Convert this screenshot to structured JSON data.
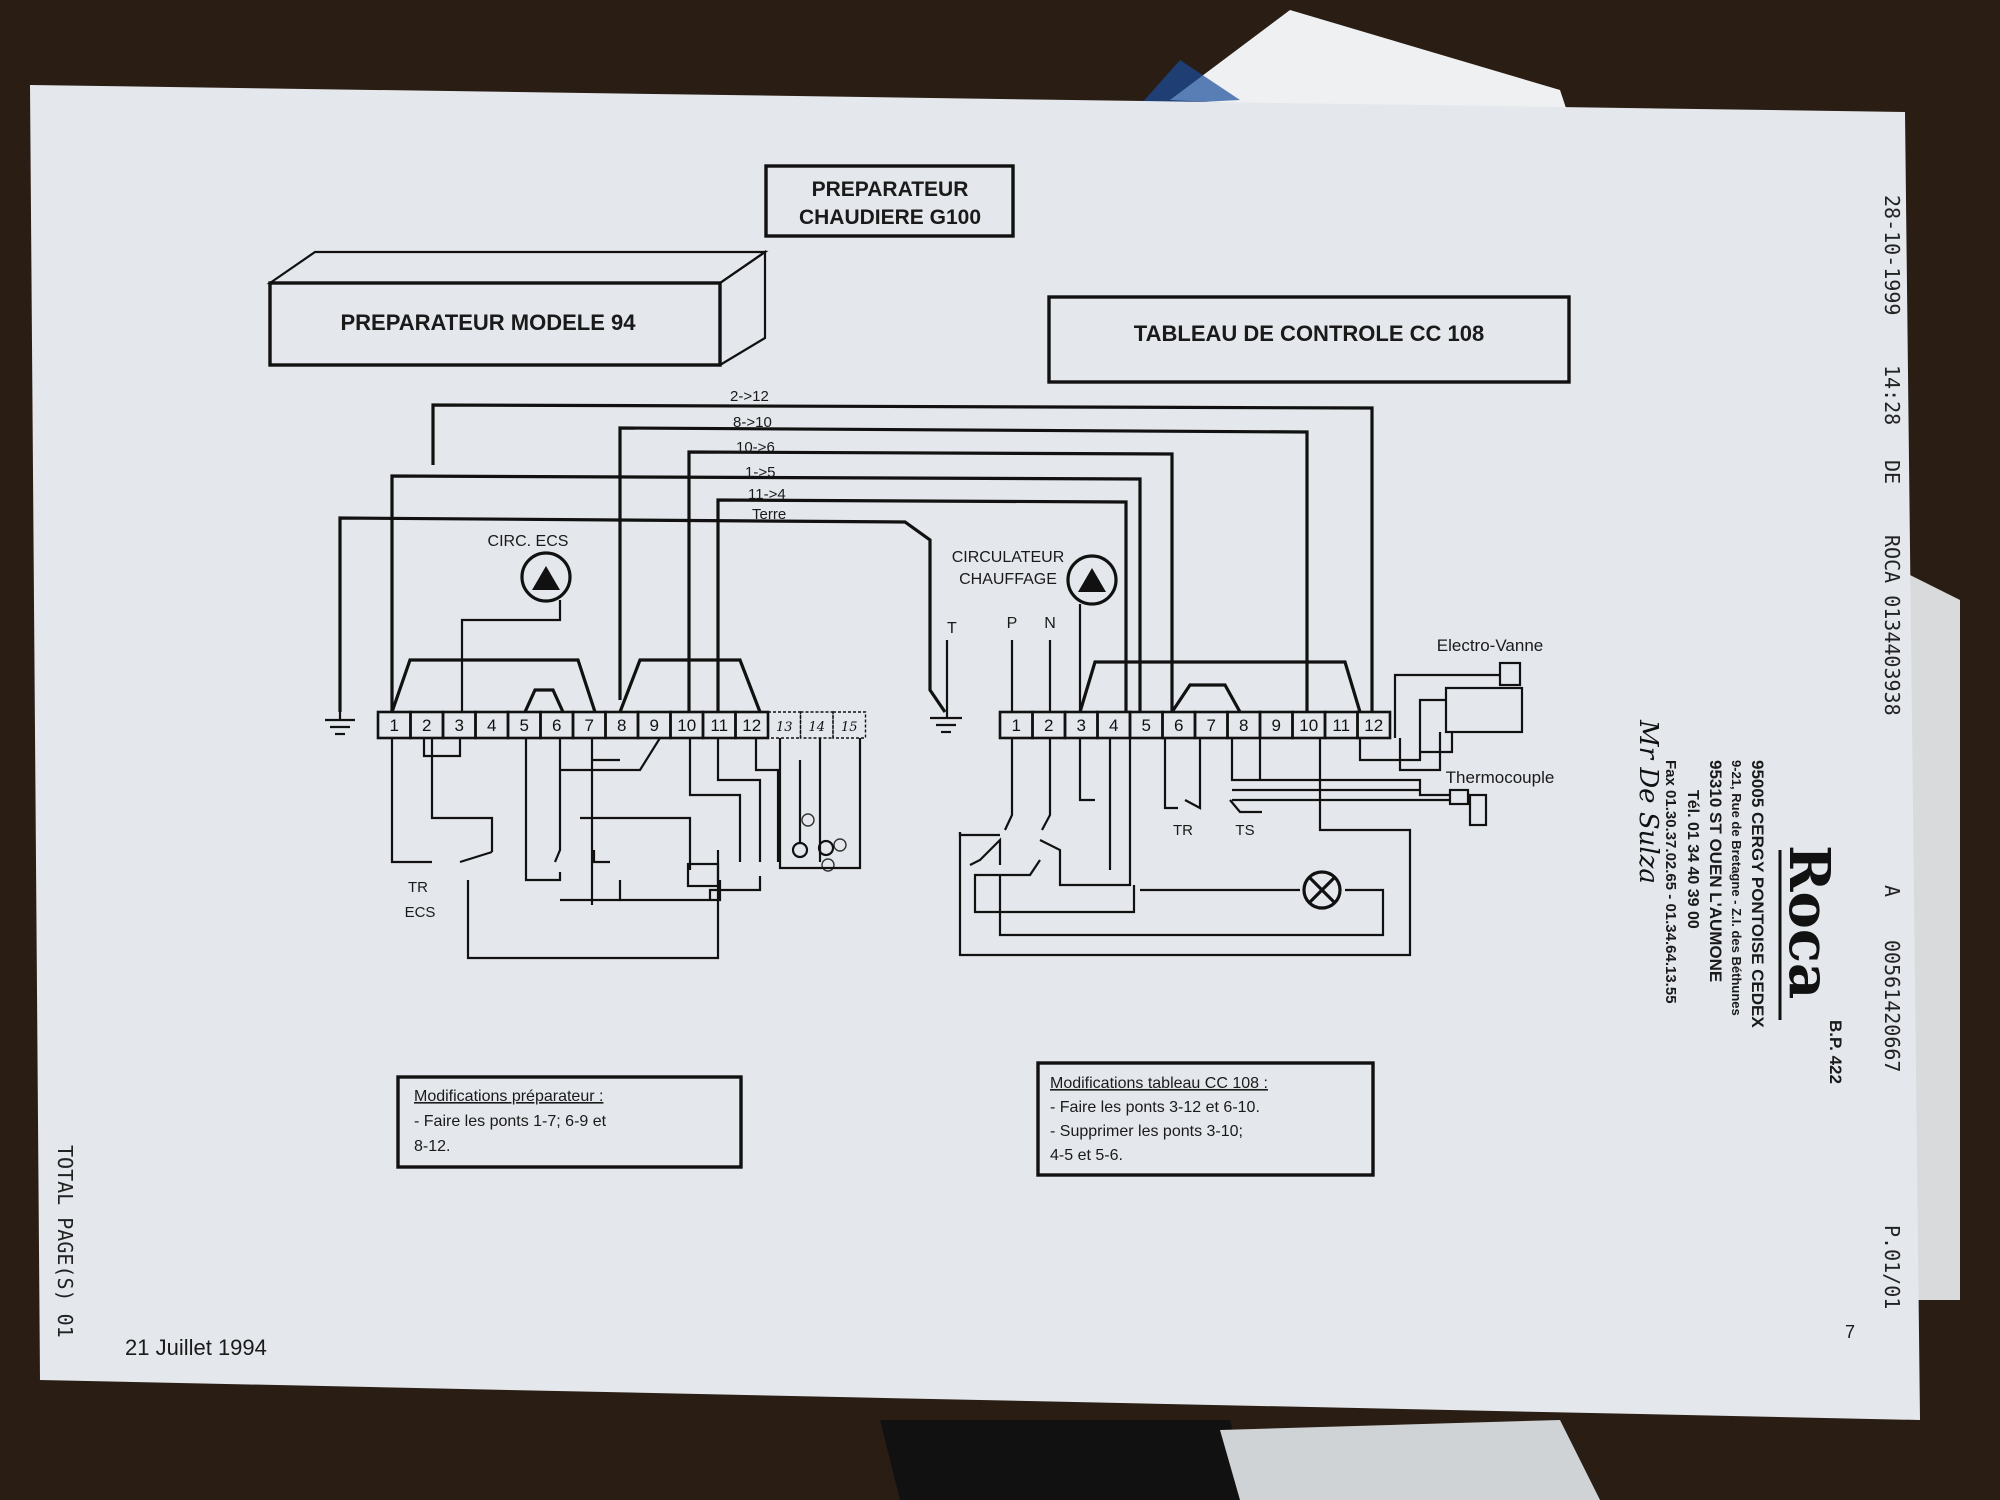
{
  "header": {
    "title_line1": "PREPARATEUR",
    "title_line2": "CHAUDIERE G100"
  },
  "left_panel": {
    "title": "PREPARATEUR MODELE 94",
    "terminals": [
      "1",
      "2",
      "3",
      "4",
      "5",
      "6",
      "7",
      "8",
      "9",
      "10",
      "11",
      "12",
      "13",
      "14",
      "15"
    ],
    "pump_label": "CIRC. ECS",
    "thermostat_label_1": "TR",
    "thermostat_label_2": "ECS"
  },
  "right_panel": {
    "title": "TABLEAU DE CONTROLE CC 108",
    "terminals": [
      "1",
      "2",
      "3",
      "4",
      "5",
      "6",
      "7",
      "8",
      "9",
      "10",
      "11",
      "12"
    ],
    "pump_label_1": "CIRCULATEUR",
    "pump_label_2": "CHAUFFAGE",
    "t_label": "T",
    "p_label": "P",
    "n_label": "N",
    "electrovanne_label": "Electro-Vanne",
    "thermocouple_label": "Thermocouple",
    "tr_label": "TR",
    "ts_label": "TS"
  },
  "wires": [
    {
      "label": "2->12"
    },
    {
      "label": "8->10"
    },
    {
      "label": "10->6"
    },
    {
      "label": "1->5"
    },
    {
      "label": "11->4"
    },
    {
      "label": "Terre"
    }
  ],
  "notes": {
    "left_title": "Modifications préparateur :",
    "left_line1": "- Faire les ponts 1-7; 6-9 et",
    "left_line2": "8-12.",
    "right_title": "Modifications tableau CC 108 :",
    "right_line1": "- Faire les ponts 3-12 et 6-10.",
    "right_line2": "- Supprimer les ponts 3-10;",
    "right_line3": "4-5 et 5-6."
  },
  "fax_header": {
    "date": "28-10-1999",
    "time": "14:28",
    "de": "DE",
    "sender": "ROCA 0134403938",
    "a": "A",
    "number": "00561420667",
    "page": "P.01/01"
  },
  "stamp": {
    "brand": "Roca",
    "line1": "B.P. 422",
    "line2": "95005 CERGY PONTOISE CEDEX",
    "line3": "9-21, Rue de Bretagne - Z.I. des Béthunes",
    "line4": "95310 ST OUEN L'AUMONE",
    "line5": "Tél. 01 34 40 39 00",
    "line6": "Fax 01.30.37.02.65 - 01.34.64.13.55",
    "handwritten": "Mr De Sulza"
  },
  "footer": {
    "date": "21 Juillet 1994",
    "total_pages": "TOTAL PAGE(S) 01",
    "page_mark": "7"
  },
  "colors": {
    "paper": "#e4e7ec",
    "ink": "#111111",
    "background": "#2a1d14"
  }
}
